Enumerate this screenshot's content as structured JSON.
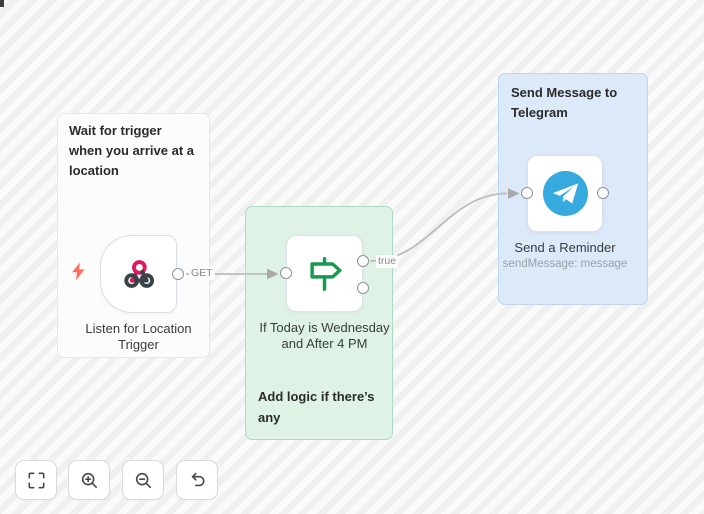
{
  "workflow": {
    "sticky_notes": [
      {
        "name": "trigger-note",
        "color": "gray",
        "text": "Wait for trigger when you arrive at a location"
      },
      {
        "name": "logic-note",
        "color": "green",
        "text": "Add logic if there’s any"
      },
      {
        "name": "telegram-note",
        "color": "blue",
        "text": "Send Message to Telegram"
      }
    ],
    "nodes": [
      {
        "name": "webhook-trigger",
        "label": "Listen for Location Trigger",
        "type": "webhook",
        "icon": "webhook-icon",
        "is_trigger": true,
        "output_label": "GET"
      },
      {
        "name": "if-condition",
        "label": "If Today is Wednesday and After 4 PM",
        "type": "if",
        "icon": "signpost-icon",
        "outputs": [
          {
            "label": "true"
          },
          {
            "label": ""
          }
        ]
      },
      {
        "name": "telegram-send",
        "label": "Send a Reminder",
        "subtitle": "sendMessage: message",
        "type": "telegram",
        "icon": "telegram-icon"
      }
    ],
    "connections": [
      {
        "from": "webhook-trigger",
        "to": "if-condition",
        "label": "GET"
      },
      {
        "from": "if-condition.true",
        "to": "telegram-send",
        "label": ""
      }
    ]
  },
  "toolbar": {
    "buttons": [
      {
        "name": "zoom-to-fit",
        "icon": "fit-view-icon"
      },
      {
        "name": "zoom-in",
        "icon": "zoom-in-icon"
      },
      {
        "name": "zoom-out",
        "icon": "zoom-out-icon"
      },
      {
        "name": "undo",
        "icon": "undo-icon"
      }
    ]
  },
  "colors": {
    "canvas_stripe_light": "#fafafa",
    "canvas_stripe_dark": "#f0f0f1",
    "sticky_gray_bg": "#fcfcfc",
    "sticky_green_bg": "#def2e6",
    "sticky_green_border": "#a9dcc0",
    "sticky_blue_bg": "#dbe9f8",
    "sticky_blue_border": "#bdd6ef",
    "node_border": "#dcdfe4",
    "connector_stroke": "#8d949b",
    "connection_line": "#bcbcbc",
    "webhook_pink": "#e0195c",
    "webhook_dark": "#384249",
    "if_green": "#169a52",
    "telegram_blue": "#36a9df",
    "trigger_bolt_orange": "#ff6e5c",
    "edge_label_gray": "#8b8b8b",
    "text_dark": "#2b2b2b"
  }
}
